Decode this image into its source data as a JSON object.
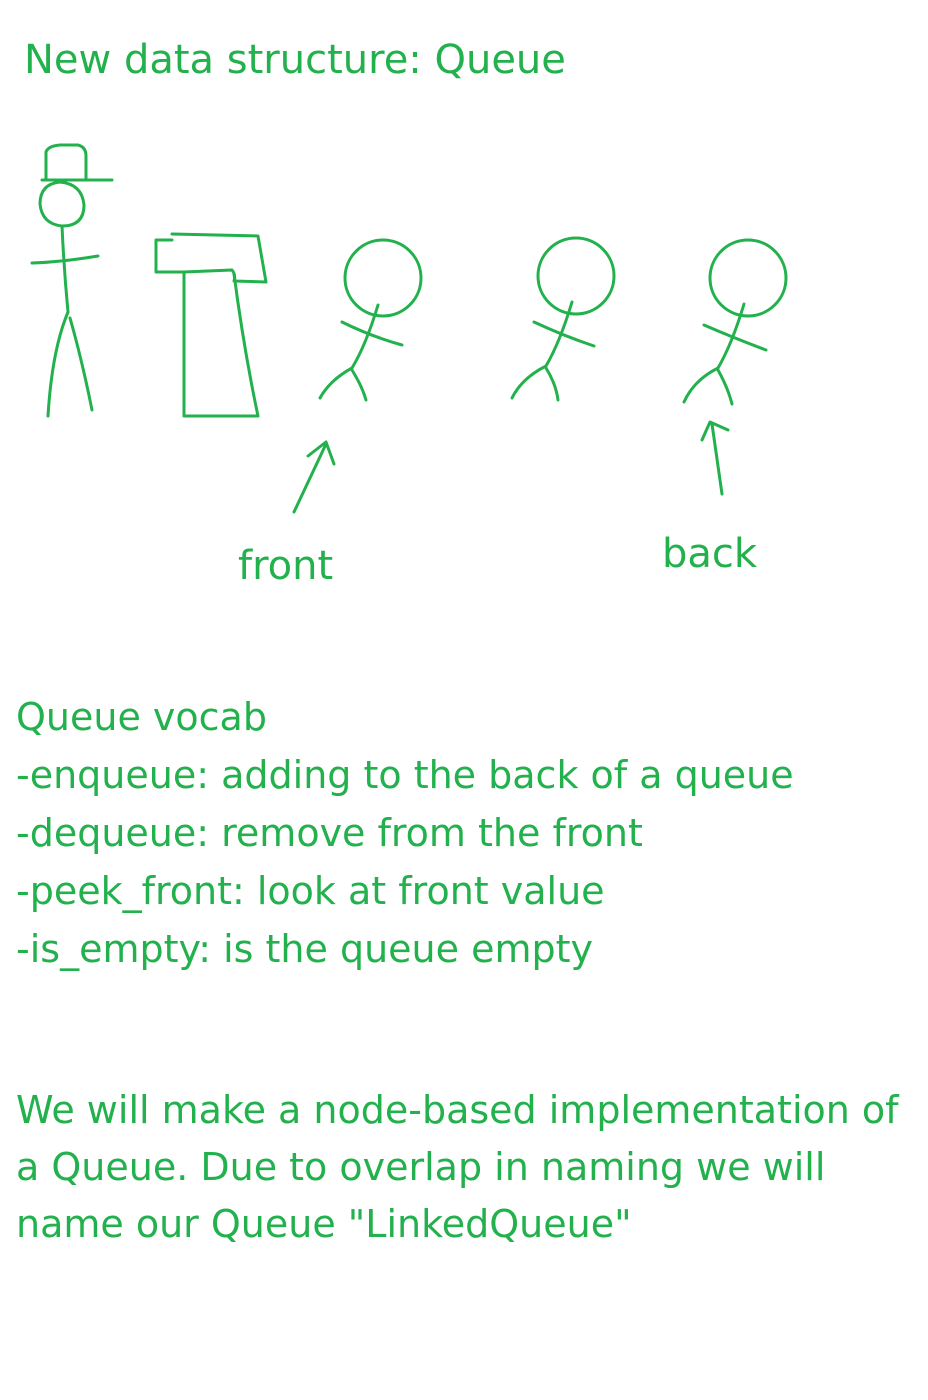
{
  "title": "New data structure: Queue",
  "labels": {
    "front": "front",
    "back": "back"
  },
  "vocab": {
    "heading": "Queue vocab",
    "items": [
      "-enqueue: adding to the back of a queue",
      "-dequeue: remove from the front",
      "-peek_front: look at front value",
      "-is_empty: is the queue empty"
    ]
  },
  "paragraph": [
    "We will make a node-based implementation of",
    "a Queue. Due to overlap in naming we will",
    "name our Queue \"LinkedQueue\""
  ],
  "colors": {
    "ink": "#22b14c",
    "background": "#ffffff"
  }
}
